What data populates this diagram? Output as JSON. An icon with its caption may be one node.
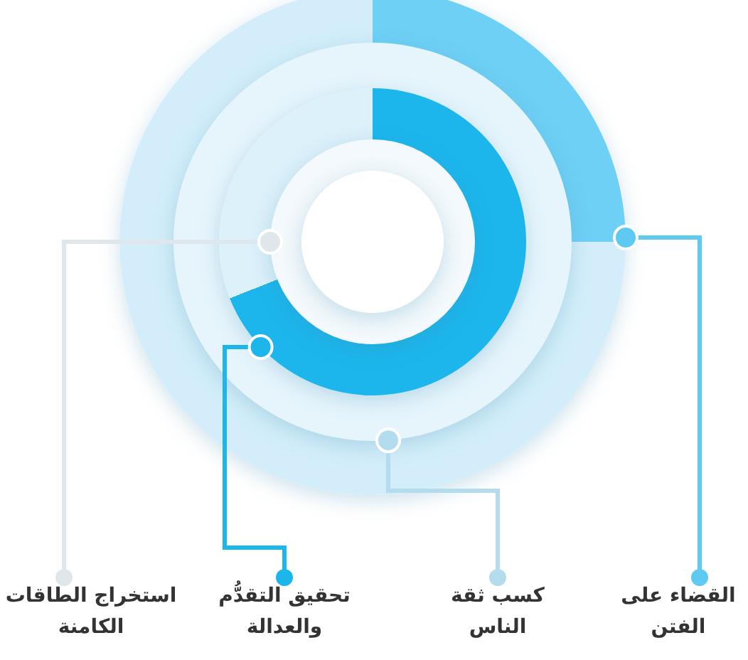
{
  "diagram": {
    "nodes": [
      {
        "text": [],
        "shape": "circle"
      },
      {
        "text": [],
        "shape": "circle",
        "in": 0
      },
      {
        "text": [],
        "shape": "circle",
        "in": 1
      },
      {
        "text": [],
        "shape": "circle",
        "in": 2
      },
      {
        "text": [],
        "shape": "circle",
        "in": 3
      },
      {
        "text": [
          "استخراج الطاقات الكامنة"
        ]
      },
      {
        "text": [
          "تحقيق التقدُّم والعدالة"
        ]
      },
      {
        "text": [
          "كسب ثقة الناس"
        ]
      },
      {
        "text": [
          "القضاء على الفتن"
        ]
      }
    ],
    "edges": [
      {
        "from": 5,
        "to": 3,
        "arrow": "other",
        "color": "#dfe7ec"
      },
      {
        "from": 6,
        "to": 2,
        "arrow": "other",
        "color": "#1cb6ec"
      },
      {
        "from": 7,
        "to": 1,
        "arrow": "other",
        "color": "#b3dcee"
      },
      {
        "from": 8,
        "to": 0,
        "arrow": "other",
        "color": "#5ec9f1"
      }
    ]
  }
}
